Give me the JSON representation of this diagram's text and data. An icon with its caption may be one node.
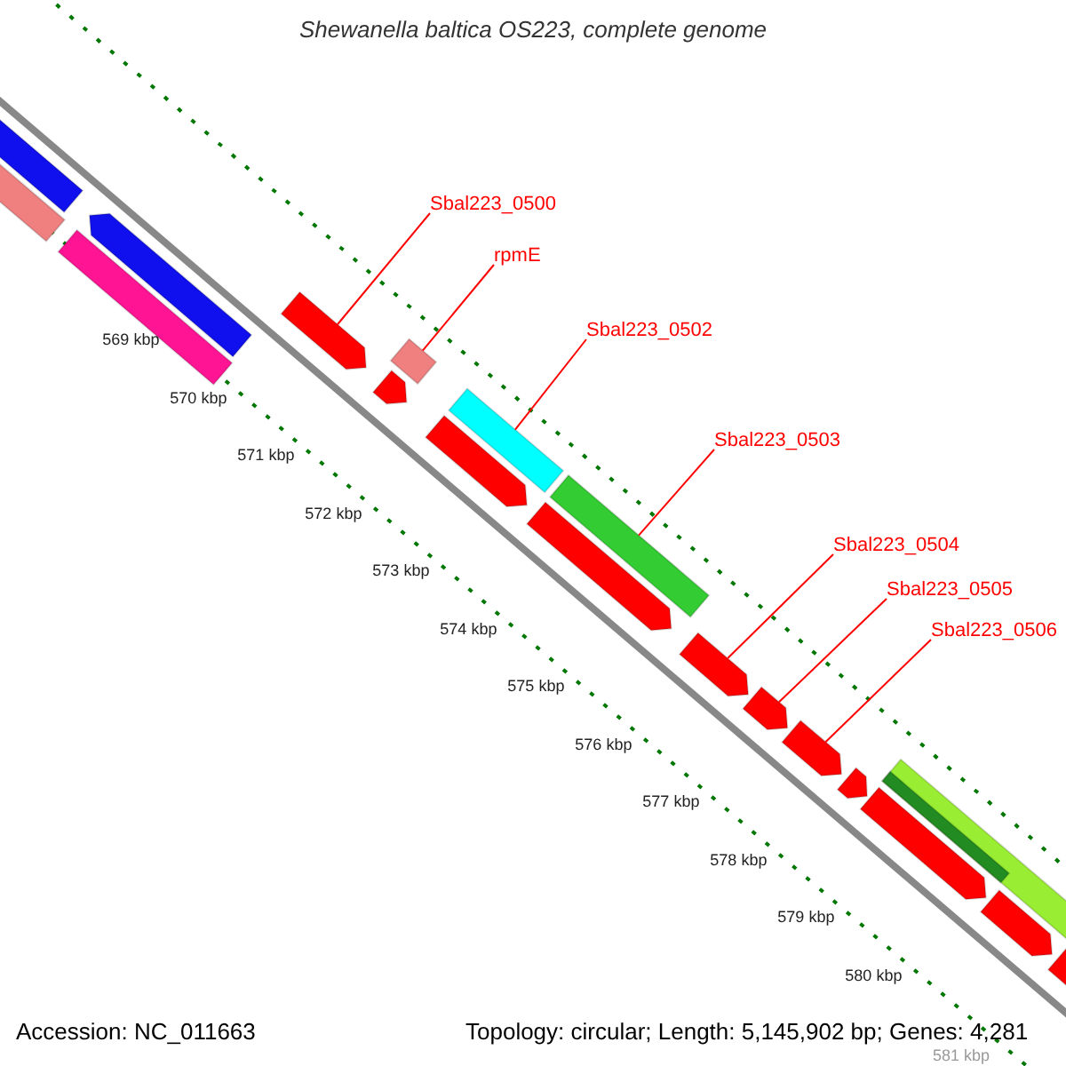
{
  "diagram": {
    "title": "Shewanella baltica OS223, complete genome",
    "nodes": [
      {
        "text": [
          "Sbal223_0500"
        ]
      },
      {
        "text": [
          "rpmE"
        ]
      },
      {
        "text": [
          "Sbal223_0502"
        ]
      },
      {
        "text": [
          "Sbal223_0503"
        ]
      },
      {
        "text": [
          "Sbal223_0504"
        ]
      },
      {
        "text": [
          "Sbal223_0505"
        ]
      },
      {
        "text": [
          "Sbal223_0506"
        ]
      },
      {
        "text": [],
        "shape": "bar"
      },
      {
        "text": [],
        "shape": "bar"
      },
      {
        "text": [],
        "shape": "bar"
      },
      {
        "text": [],
        "shape": "bar"
      },
      {
        "text": [],
        "shape": "bar"
      },
      {
        "text": [],
        "shape": "bar"
      },
      {
        "text": [],
        "shape": "bar"
      },
      {
        "text": [],
        "shape": "bar"
      },
      {
        "text": [],
        "shape": "bar"
      },
      {
        "text": [],
        "shape": "bar"
      },
      {
        "text": [],
        "shape": "bar"
      },
      {
        "text": [],
        "shape": "bar"
      },
      {
        "text": [],
        "shape": "bar"
      },
      {
        "text": [],
        "shape": "bar"
      },
      {
        "text": [],
        "shape": "bar"
      },
      {
        "text": [],
        "shape": "bar"
      },
      {
        "text": [],
        "shape": "bar",
        "in": 22
      },
      {
        "text": [],
        "shape": "bar"
      },
      {
        "text": [],
        "shape": "bar"
      },
      {
        "text": [],
        "shape": "bar"
      }
    ],
    "edges": [
      {
        "from": 0,
        "to": 11,
        "arrow": "none"
      },
      {
        "from": 1,
        "to": 12,
        "arrow": "none"
      },
      {
        "from": 2,
        "to": 14,
        "arrow": "none"
      },
      {
        "from": 3,
        "to": 16,
        "arrow": "none"
      },
      {
        "from": 4,
        "to": 18,
        "arrow": "none"
      },
      {
        "from": 5,
        "to": 19,
        "arrow": "none"
      },
      {
        "from": 6,
        "to": 20,
        "arrow": "none"
      }
    ],
    "labels": [
      "569 kbp",
      "570 kbp",
      "571 kbp",
      "572 kbp",
      "573 kbp",
      "574 kbp",
      "575 kbp",
      "576 kbp",
      "577 kbp",
      "578 kbp",
      "579 kbp",
      "580 kbp",
      "581 kbp",
      "Accession: NC_011663",
      "Topology: circular; Length: 5,145,902 bp; Genes: 4,281"
    ]
  }
}
